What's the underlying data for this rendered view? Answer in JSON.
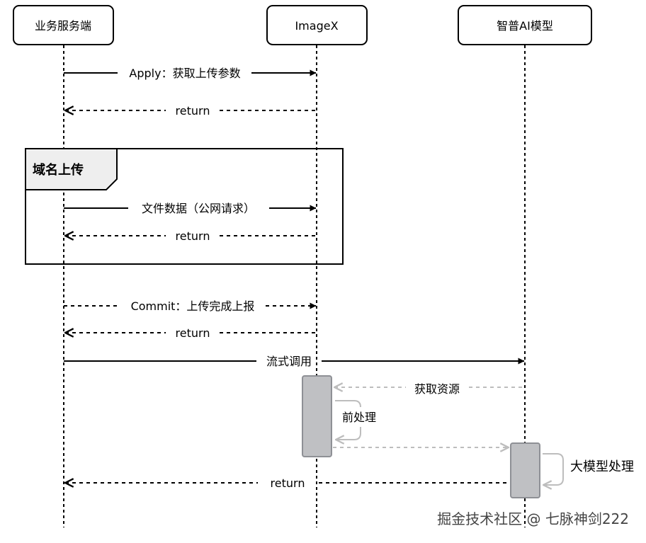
{
  "participants": [
    {
      "label": "业务服务端"
    },
    {
      "label": "ImageX"
    },
    {
      "label": "智普AI模型"
    }
  ],
  "fragment": {
    "label": "域名上传"
  },
  "messages": [
    {
      "label": "Apply：获取上传参数"
    },
    {
      "label": "return"
    },
    {
      "label": "文件数据（公网请求）"
    },
    {
      "label": "return"
    },
    {
      "label": "Commit：上传完成上报"
    },
    {
      "label": "return"
    },
    {
      "label": "流式调用"
    },
    {
      "label": "获取资源"
    },
    {
      "label": "前处理"
    },
    {
      "label": "大模型处理"
    },
    {
      "label": "return"
    }
  ],
  "watermark": "掘金技术社区 @ 七脉神剑222",
  "colors": {
    "line": "#000000",
    "grey_line": "#bdbdbd",
    "activation_fill": "#bfc0c3",
    "activation_stroke": "#8e9095",
    "fragment_tab": "#eeeeee",
    "watermark": "#444444"
  }
}
